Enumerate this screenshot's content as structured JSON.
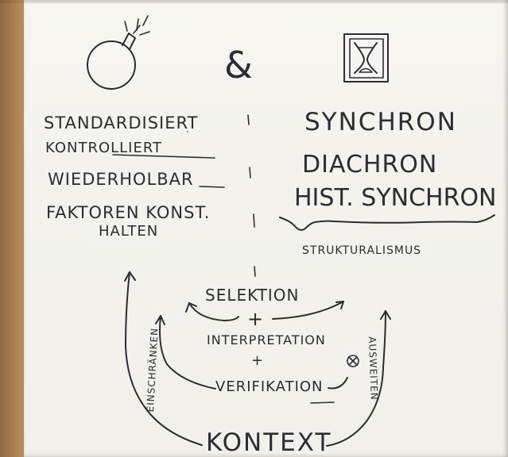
{
  "header": {
    "ampersand": "&"
  },
  "left_column": {
    "items": [
      "STANDARDISIERT",
      "KONTROLLIERT",
      "WIEDERHOLBAR",
      "FAKTOREN KONST.",
      "HALTEN"
    ]
  },
  "right_column": {
    "items": [
      "SYNCHRON",
      "DIACHRON",
      "HIST. SYNCHRON"
    ],
    "bracket_label": "STRUKTURALISMUS"
  },
  "cycle": {
    "top": "SELEKTION",
    "plus1": "+",
    "middle": "INTERPRETATION",
    "plus2": "+",
    "bottom": "VERIFIKATION",
    "base": "KONTEXT",
    "left_side": "EINSCHRÄNKEN",
    "right_side": "AUSWEITEN"
  },
  "icons": {
    "left": "bomb-icon",
    "right": "hourglass-icon",
    "small": "circled-x-icon"
  }
}
